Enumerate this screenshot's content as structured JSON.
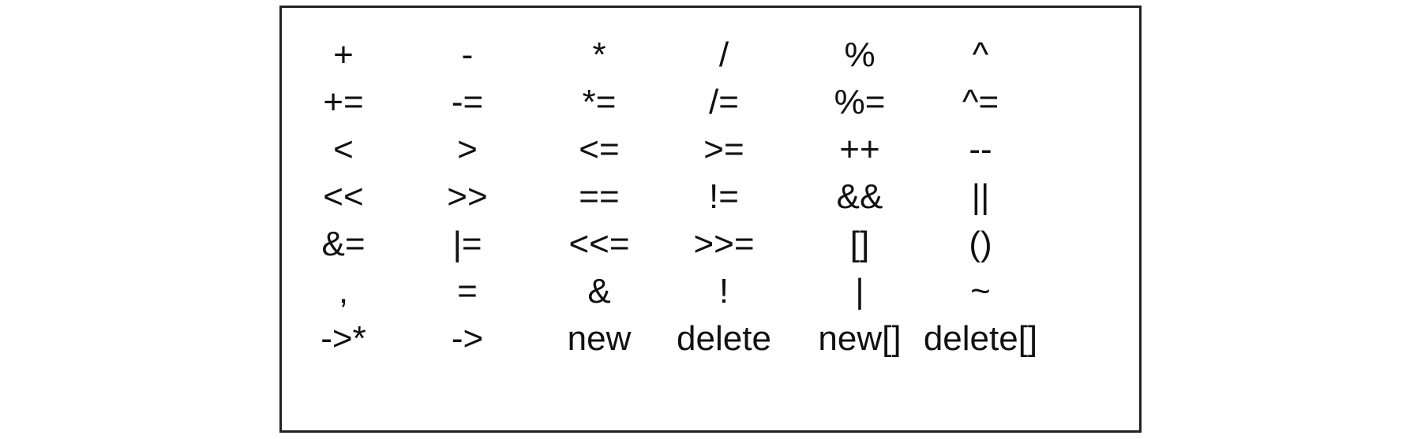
{
  "title": "",
  "operators": [
    [
      "+",
      "-",
      "*",
      "/",
      "%",
      "^"
    ],
    [
      "+=",
      "-=",
      "*=",
      "/=",
      "%=",
      "^="
    ],
    [
      "<",
      ">",
      "<=",
      ">=",
      "++",
      "--"
    ],
    [
      "<<",
      ">>",
      "==",
      "!=",
      "&&",
      "||"
    ],
    [
      "&=",
      "|=",
      "<<=",
      ">>=",
      "[]",
      "()"
    ],
    [
      ",",
      "=",
      "&",
      "!",
      "|",
      "~"
    ],
    [
      "->*",
      "->",
      "new",
      "delete",
      "new[]",
      "delete[]"
    ]
  ]
}
